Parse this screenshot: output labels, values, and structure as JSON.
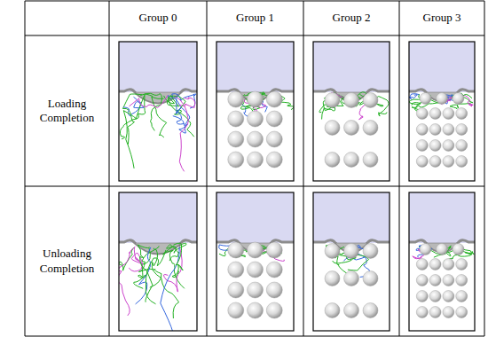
{
  "diagram": {
    "labels": [
      "Group 0",
      "Group 1",
      "Group 2",
      "Group 3",
      "Loading Completion",
      "Unloading Completion"
    ]
  }
}
